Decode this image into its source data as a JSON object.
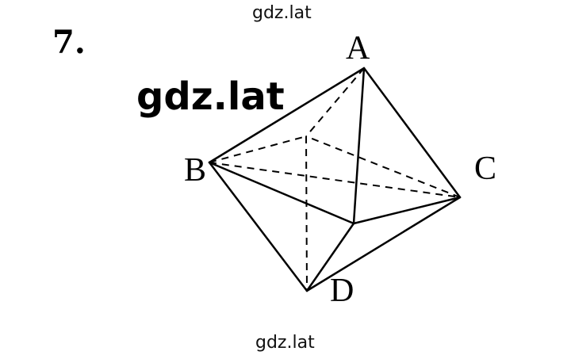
{
  "watermark_top": "gdz.lat",
  "watermark_center": "gdz.lat",
  "watermark_bottom": "gdz.lat",
  "problem_number": "7.",
  "vertices": {
    "A": "A",
    "B": "B",
    "C": "C",
    "D": "D"
  }
}
